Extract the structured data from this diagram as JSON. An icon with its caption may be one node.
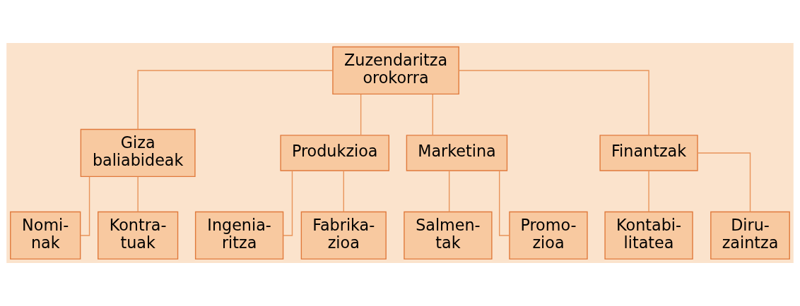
{
  "diagram": {
    "nodes": [
      {
        "text": [
          "Zuzendaritza orokorra"
        ]
      },
      {
        "text": [
          "Giza baliabideak"
        ]
      },
      {
        "text": [
          "Produkzioa"
        ]
      },
      {
        "text": [
          "Marketina"
        ]
      },
      {
        "text": [
          "Finantzak"
        ]
      },
      {
        "text": [
          "Nomi- nak"
        ]
      },
      {
        "text": [
          "Kontra- tuak"
        ]
      },
      {
        "text": [
          "Ingenia- ritza"
        ]
      },
      {
        "text": [
          "Fabrika- zioa"
        ]
      },
      {
        "text": [
          "Salmen- tak"
        ]
      },
      {
        "text": [
          "Promo- zioa"
        ]
      },
      {
        "text": [
          "Kontabi- litatea"
        ]
      },
      {
        "text": [
          "Diru- zaintza"
        ]
      }
    ],
    "edges": [
      {
        "from": 0,
        "to": 1,
        "arrow": "none"
      },
      {
        "from": 0,
        "to": 2,
        "arrow": "none"
      },
      {
        "from": 0,
        "to": 3,
        "arrow": "none"
      },
      {
        "from": 0,
        "to": 4,
        "arrow": "none"
      },
      {
        "from": 1,
        "to": 5,
        "arrow": "none"
      },
      {
        "from": 1,
        "to": 6,
        "arrow": "none"
      },
      {
        "from": 2,
        "to": 7,
        "arrow": "none"
      },
      {
        "from": 2,
        "to": 8,
        "arrow": "none"
      },
      {
        "from": 3,
        "to": 9,
        "arrow": "none"
      },
      {
        "from": 3,
        "to": 10,
        "arrow": "none"
      },
      {
        "from": 4,
        "to": 11,
        "arrow": "none"
      },
      {
        "from": 4,
        "to": 12,
        "arrow": "none"
      }
    ]
  }
}
